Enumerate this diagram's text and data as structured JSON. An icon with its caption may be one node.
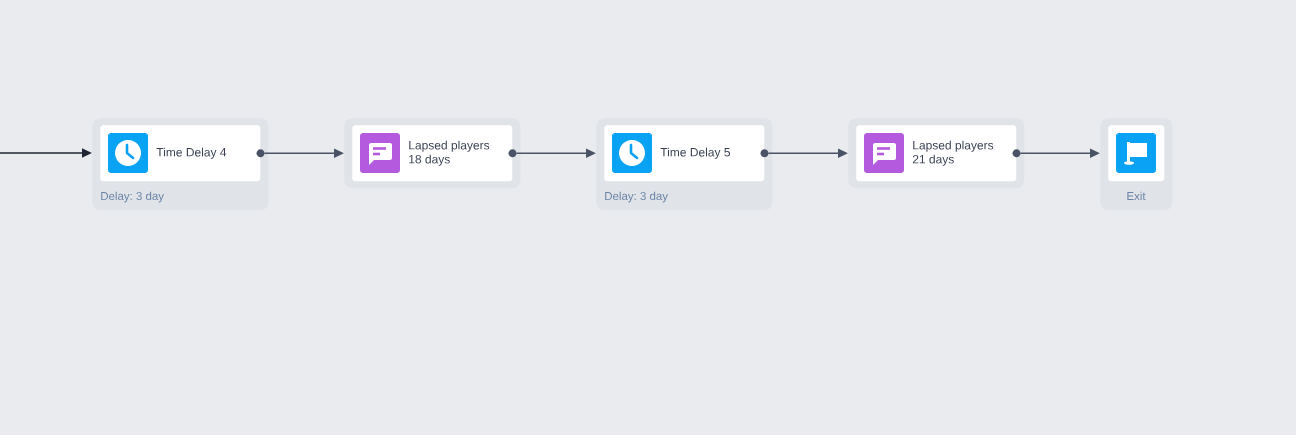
{
  "diagram": {
    "nodes": [
      {
        "text": [
          "Delay: 3 day"
        ]
      },
      {
        "text": [
          "Time Delay 4"
        ],
        "in": 0
      },
      {
        "text": [],
        "shape": "box"
      },
      {
        "text": [
          "Lapsed players",
          "18 days"
        ],
        "in": 2
      },
      {
        "text": [
          "Delay: 3 day"
        ]
      },
      {
        "text": [
          "Time Delay 5"
        ],
        "in": 4
      },
      {
        "text": [],
        "shape": "box"
      },
      {
        "text": [
          "Lapsed players",
          "21 days"
        ],
        "in": 6
      },
      {
        "text": [
          "Exit"
        ]
      },
      {
        "text": [],
        "shape": "box",
        "in": 8
      }
    ],
    "edges": [
      {
        "from": null,
        "to": 0,
        "arrow": "to",
        "color": "#1f2633"
      },
      {
        "from": 1,
        "to": 2,
        "arrow": "to"
      },
      {
        "from": 3,
        "to": 4,
        "arrow": "to"
      },
      {
        "from": 5,
        "to": 6,
        "arrow": "to"
      },
      {
        "from": 7,
        "to": 8,
        "arrow": "to"
      }
    ]
  }
}
